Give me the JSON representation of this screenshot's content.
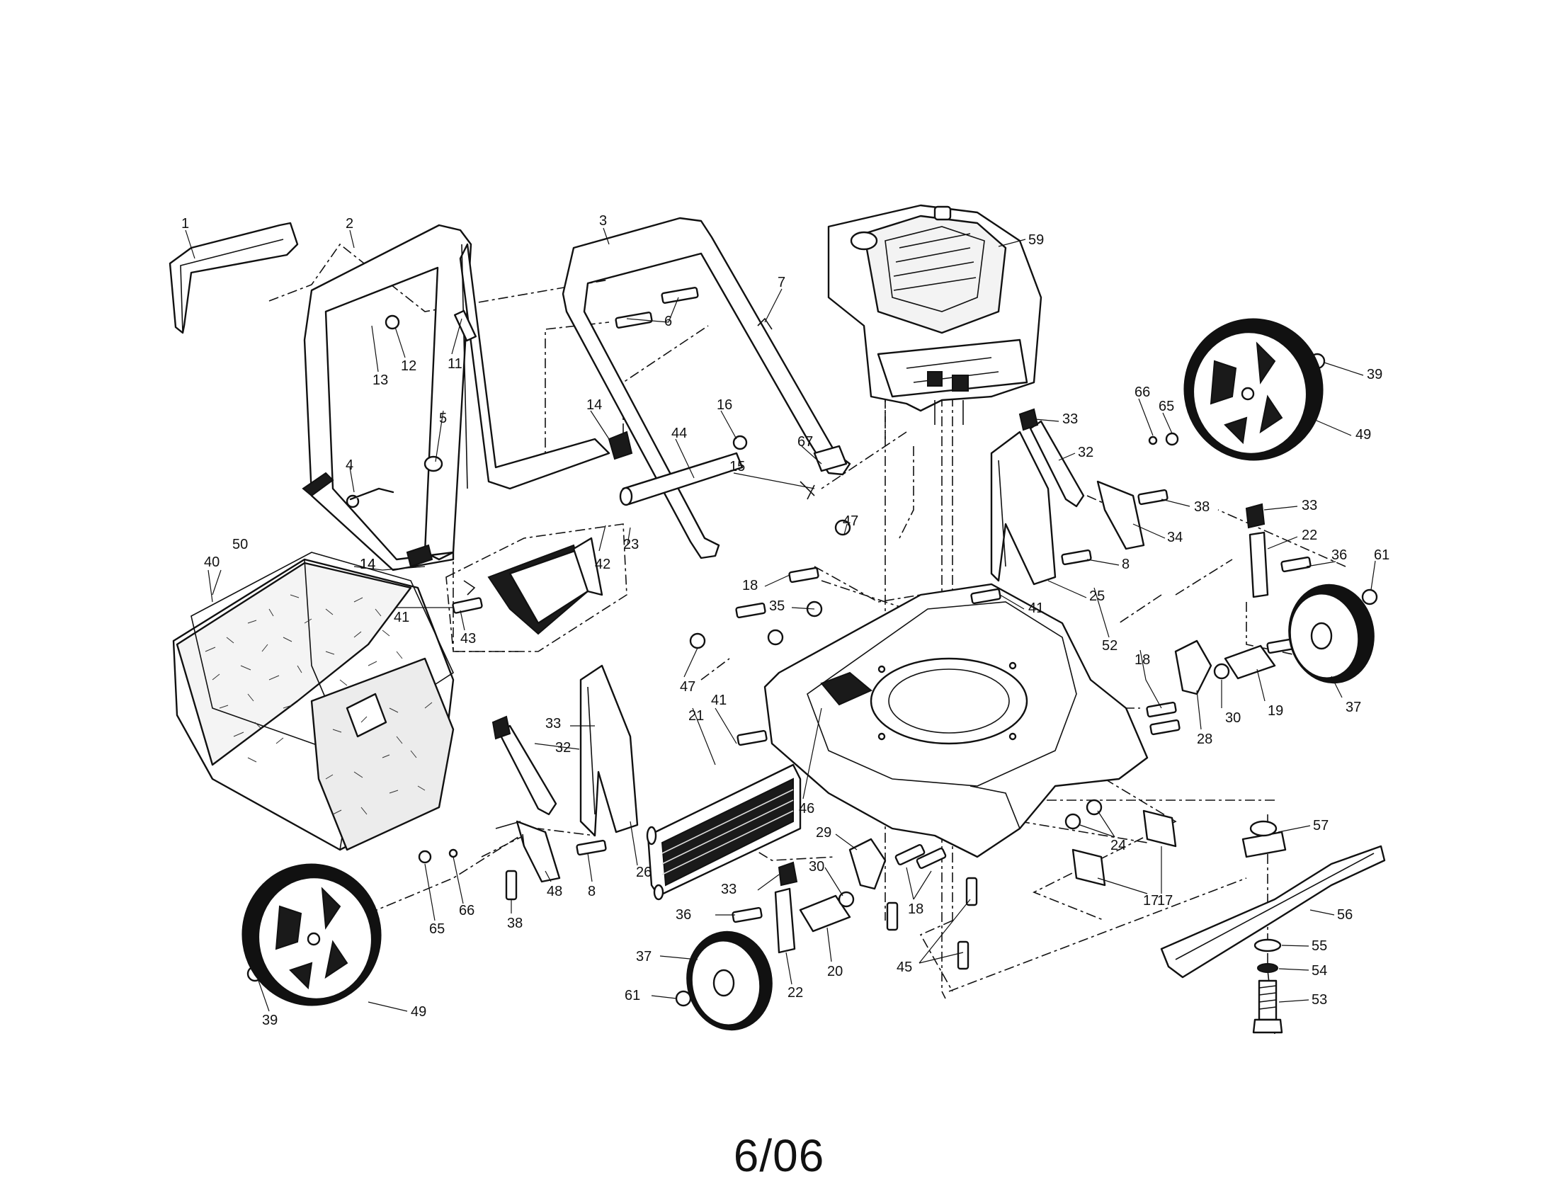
{
  "diagram": {
    "footer_label": "6/06",
    "callouts": [
      "1",
      "2",
      "3",
      "59",
      "7",
      "6",
      "13",
      "12",
      "11",
      "5",
      "4",
      "14",
      "14",
      "16",
      "44",
      "15",
      "67",
      "33",
      "32",
      "66",
      "65",
      "39",
      "49",
      "38",
      "34",
      "33",
      "22",
      "36",
      "61",
      "47",
      "8",
      "25",
      "41",
      "18",
      "35",
      "42",
      "23",
      "50",
      "40",
      "14",
      "41",
      "43",
      "47",
      "52",
      "18",
      "30",
      "19",
      "37",
      "28",
      "41",
      "33",
      "32",
      "21",
      "46",
      "26",
      "8",
      "48",
      "38",
      "65",
      "66",
      "29",
      "30",
      "18",
      "24",
      "17",
      "57",
      "56",
      "55",
      "54",
      "53",
      "45",
      "33",
      "36",
      "20",
      "22",
      "37",
      "61",
      "49",
      "39",
      "17"
    ]
  }
}
